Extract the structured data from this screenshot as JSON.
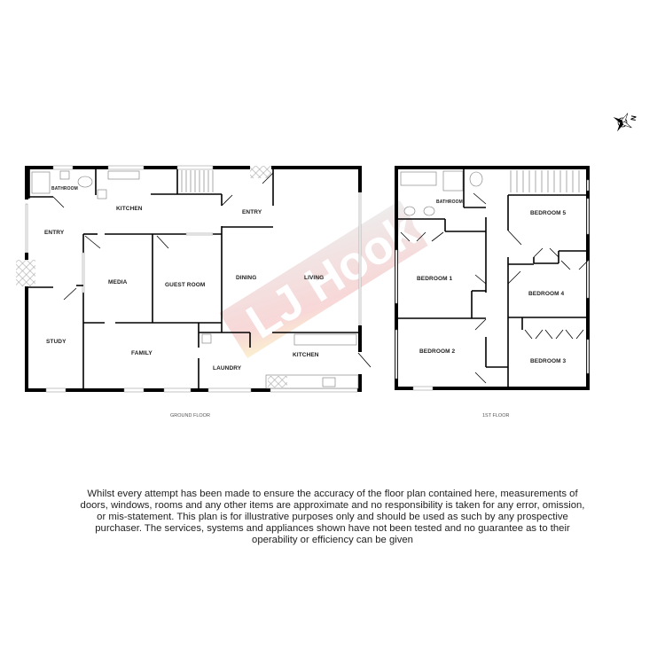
{
  "ground_floor": {
    "label": "GROUND FLOOR",
    "rooms": [
      {
        "id": "bathroom",
        "label": "BATHROOM"
      },
      {
        "id": "kitchen-top",
        "label": "KITCHEN"
      },
      {
        "id": "entry-left",
        "label": "ENTRY"
      },
      {
        "id": "media",
        "label": "MEDIA"
      },
      {
        "id": "guest-room",
        "label": "GUEST ROOM"
      },
      {
        "id": "entry-right",
        "label": "ENTRY"
      },
      {
        "id": "dining",
        "label": "DINING"
      },
      {
        "id": "living",
        "label": "LIVING"
      },
      {
        "id": "study",
        "label": "STUDY"
      },
      {
        "id": "family",
        "label": "FAMILY"
      },
      {
        "id": "laundry",
        "label": "LAUNDRY"
      },
      {
        "id": "kitchen-bottom",
        "label": "KITCHEN"
      }
    ]
  },
  "first_floor": {
    "label": "1ST FLOOR",
    "rooms": [
      {
        "id": "bathroom",
        "label": "BATHROOM"
      },
      {
        "id": "bedroom-5",
        "label": "BEDROOM 5"
      },
      {
        "id": "bedroom-1",
        "label": "BEDROOM 1"
      },
      {
        "id": "bedroom-4",
        "label": "BEDROOM 4"
      },
      {
        "id": "bedroom-2",
        "label": "BEDROOM 2"
      },
      {
        "id": "bedroom-3",
        "label": "BEDROOM 3"
      }
    ]
  },
  "compass": {
    "label": "N",
    "icon": "compass-rose-icon"
  },
  "watermark": {
    "text": "LJ Hooker"
  },
  "disclaimer": "Whilst every attempt has been made to ensure the accuracy of the floor plan contained here, measurements of doors, windows, rooms and any other items are approximate and no responsibility is taken for any error, omission, or mis-statement. This plan is for illustrative purposes only and should be used as such by any prospective purchaser. The services, systems and appliances shown have not been tested and no guarantee as to their operability or efficiency can be given",
  "colors": {
    "wall": "#000000",
    "watermark_red": "#e8202a",
    "watermark_yellow": "#f5c542",
    "text": "#222222"
  }
}
